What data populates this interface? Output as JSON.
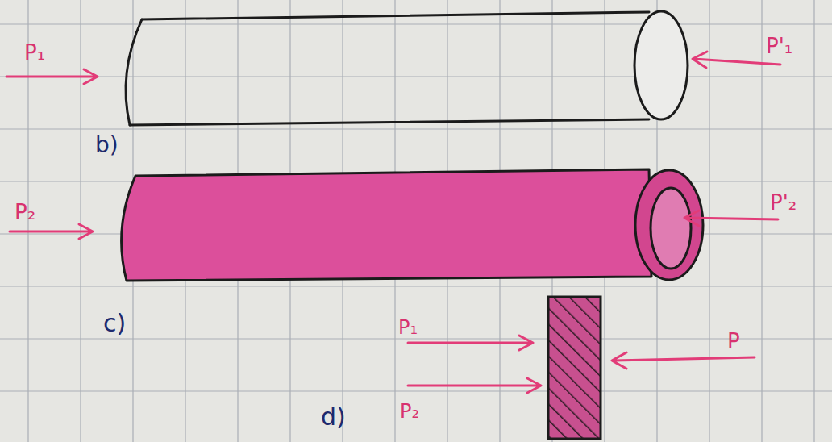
{
  "diagram": {
    "labels": [
      "P₁",
      "P'₁",
      "b)",
      "P₂",
      "P'₂",
      "c)",
      "P₁",
      "P",
      "P₂",
      "d)"
    ]
  }
}
